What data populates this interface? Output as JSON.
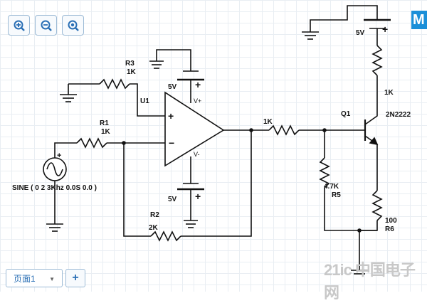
{
  "toolbar": {
    "zoom_in_icon": "zoom-in",
    "zoom_out_icon": "zoom-out",
    "zoom_fit_icon": "zoom-fit"
  },
  "brand": {
    "letter": "M"
  },
  "schematic": {
    "r3_name": "R3",
    "r3_value": "1K",
    "u1_name": "U1",
    "r1_name": "R1",
    "r1_value": "1K",
    "source_label": "SINE ( 0 2 3Khz 0.0S 0.0 )",
    "r2_name": "R2",
    "r2_value": "2K",
    "supply_top": "5V",
    "supply_bottom": "5V",
    "vplus": "V+",
    "vminus": "V-",
    "opamp_plus": "+",
    "opamp_minus": "−",
    "r4_value": "1K",
    "q1_name": "Q1",
    "q1_model": "2N2222",
    "r5_name": "R5",
    "r5_value": "4.7K",
    "r6_name": "R6",
    "r6_value": "100",
    "collector_r_value": "1K",
    "collector_supply": "5V"
  },
  "pages": {
    "current": "页面1",
    "add_label": "+"
  },
  "watermark": "21ic 中国电子网"
}
